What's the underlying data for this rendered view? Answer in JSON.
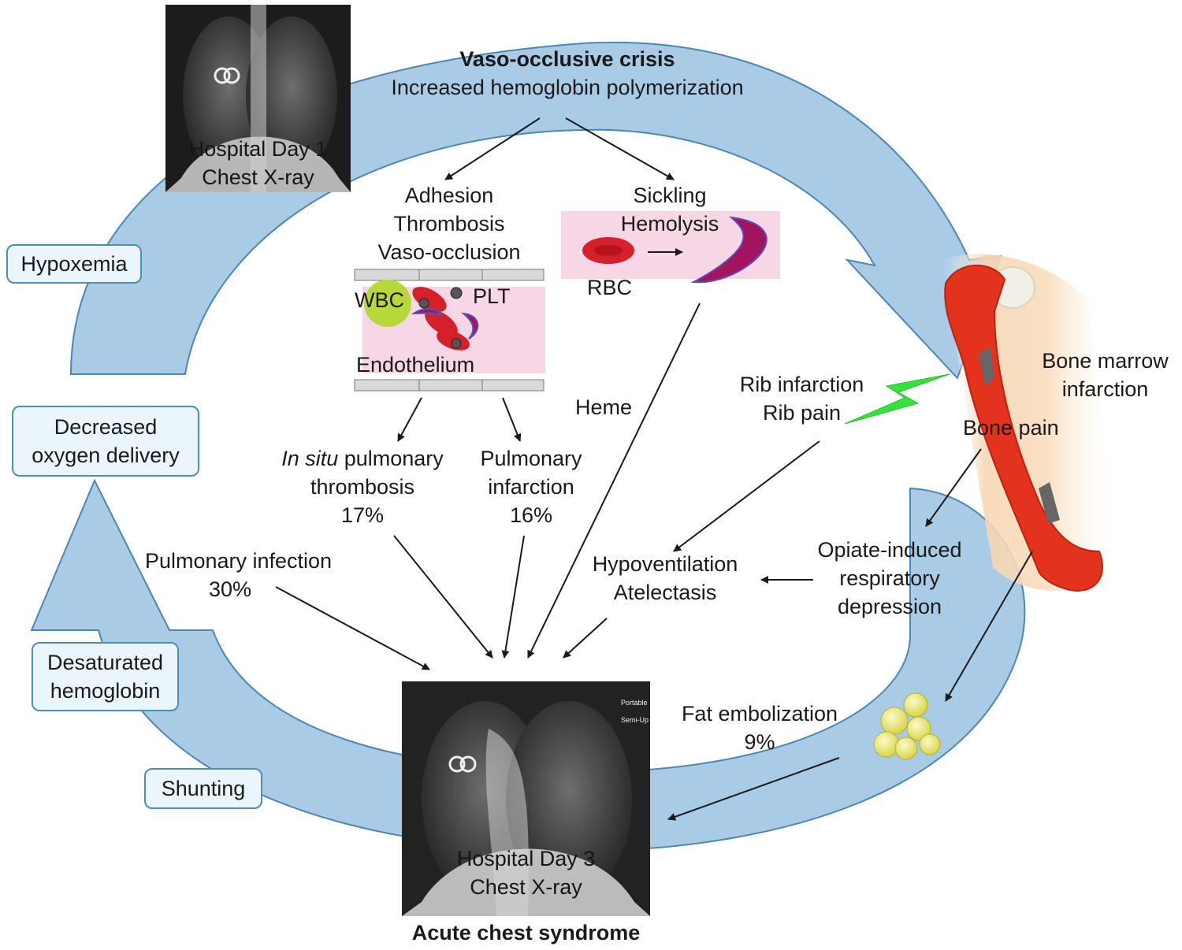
{
  "top": {
    "title": "Vaso-occlusive crisis",
    "subtitle": "Increased hemoglobin polymerization"
  },
  "xray_day1": {
    "line1": "Hospital Day 1",
    "line2": "Chest X-ray"
  },
  "xray_day3": {
    "line1": "Hospital Day 3",
    "line2": "Chest X-ray",
    "marker1": "Portable",
    "marker2": "Semi-Up"
  },
  "footer": {
    "title": "Acute chest syndrome"
  },
  "left_boxes": {
    "hypoxemia": "Hypoxemia",
    "decreased_1": "Decreased",
    "decreased_2": "oxygen delivery",
    "desaturated_1": "Desaturated",
    "desaturated_2": "hemoglobin",
    "shunting": "Shunting"
  },
  "adhesion": {
    "line1": "Adhesion",
    "line2": "Thrombosis",
    "line3": "Vaso-occlusion",
    "wbc": "WBC",
    "plt": "PLT",
    "endothelium": "Endothelium"
  },
  "sickling": {
    "line1": "Sickling",
    "line2": "Hemolysis",
    "rbc": "RBC",
    "heme": "Heme"
  },
  "bone": {
    "marrow_1": "Bone marrow",
    "marrow_2": "infarction",
    "pain": "Bone pain",
    "rib_1": "Rib infarction",
    "rib_2": "Rib pain"
  },
  "causes": {
    "thrombosis_em": "In situ",
    "thrombosis_rest": " pulmonary",
    "thrombosis_2": "thrombosis",
    "thrombosis_pct": "17%",
    "infarction_1": "Pulmonary",
    "infarction_2": "infarction",
    "infarction_pct": "16%",
    "infection_1": "Pulmonary infection",
    "infection_pct": "30%",
    "hypo_1": "Hypoventilation",
    "hypo_2": "Atelectasis",
    "opiate_1": "Opiate-induced",
    "opiate_2": "respiratory",
    "opiate_3": "depression",
    "fat_1": "Fat embolization",
    "fat_pct": "9%"
  },
  "colors": {
    "cycle_fill": "#a9cbe6",
    "cycle_stroke": "#4d87b0",
    "box_fill": "#eaf6fb",
    "box_stroke": "#4a8fb5",
    "rbc_red": "#d3202a",
    "sickle_magenta": "#a3145e",
    "bone_red": "#e3331d",
    "pink_zone": "#f7d6e6",
    "wbc_green": "#b7d83a",
    "bolt_green": "#35e23a",
    "fat_yellow": "#e6e45a"
  },
  "icons": [
    "chest-xray-image",
    "red-blood-cell-icon",
    "sickle-cell-icon",
    "femur-bone-icon",
    "lightning-bolt-icon",
    "fat-globule-icon",
    "white-blood-cell-icon",
    "platelet-icon"
  ]
}
